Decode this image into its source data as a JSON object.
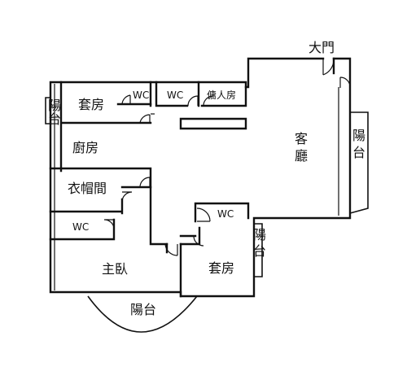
{
  "floorplan": {
    "colors": {
      "wall": "#111111",
      "background": "#ffffff"
    },
    "labels": {
      "main_door": "大門",
      "living_room": "客廳",
      "balcony_east": "陽台",
      "suite_top": "套房",
      "wc_top_1": "WC",
      "wc_top_2": "WC",
      "servant_room": "傭人房",
      "balcony_west_top": "陽",
      "balcony_west_bottom": "台",
      "kitchen": "廚房",
      "cloakroom": "衣帽間",
      "wc_left": "WC",
      "wc_center": "WC",
      "balcony_mid_top": "陽",
      "balcony_mid_bottom": "台",
      "master_bedroom": "主臥",
      "suite_bottom": "套房",
      "balcony_south": "陽台"
    }
  }
}
